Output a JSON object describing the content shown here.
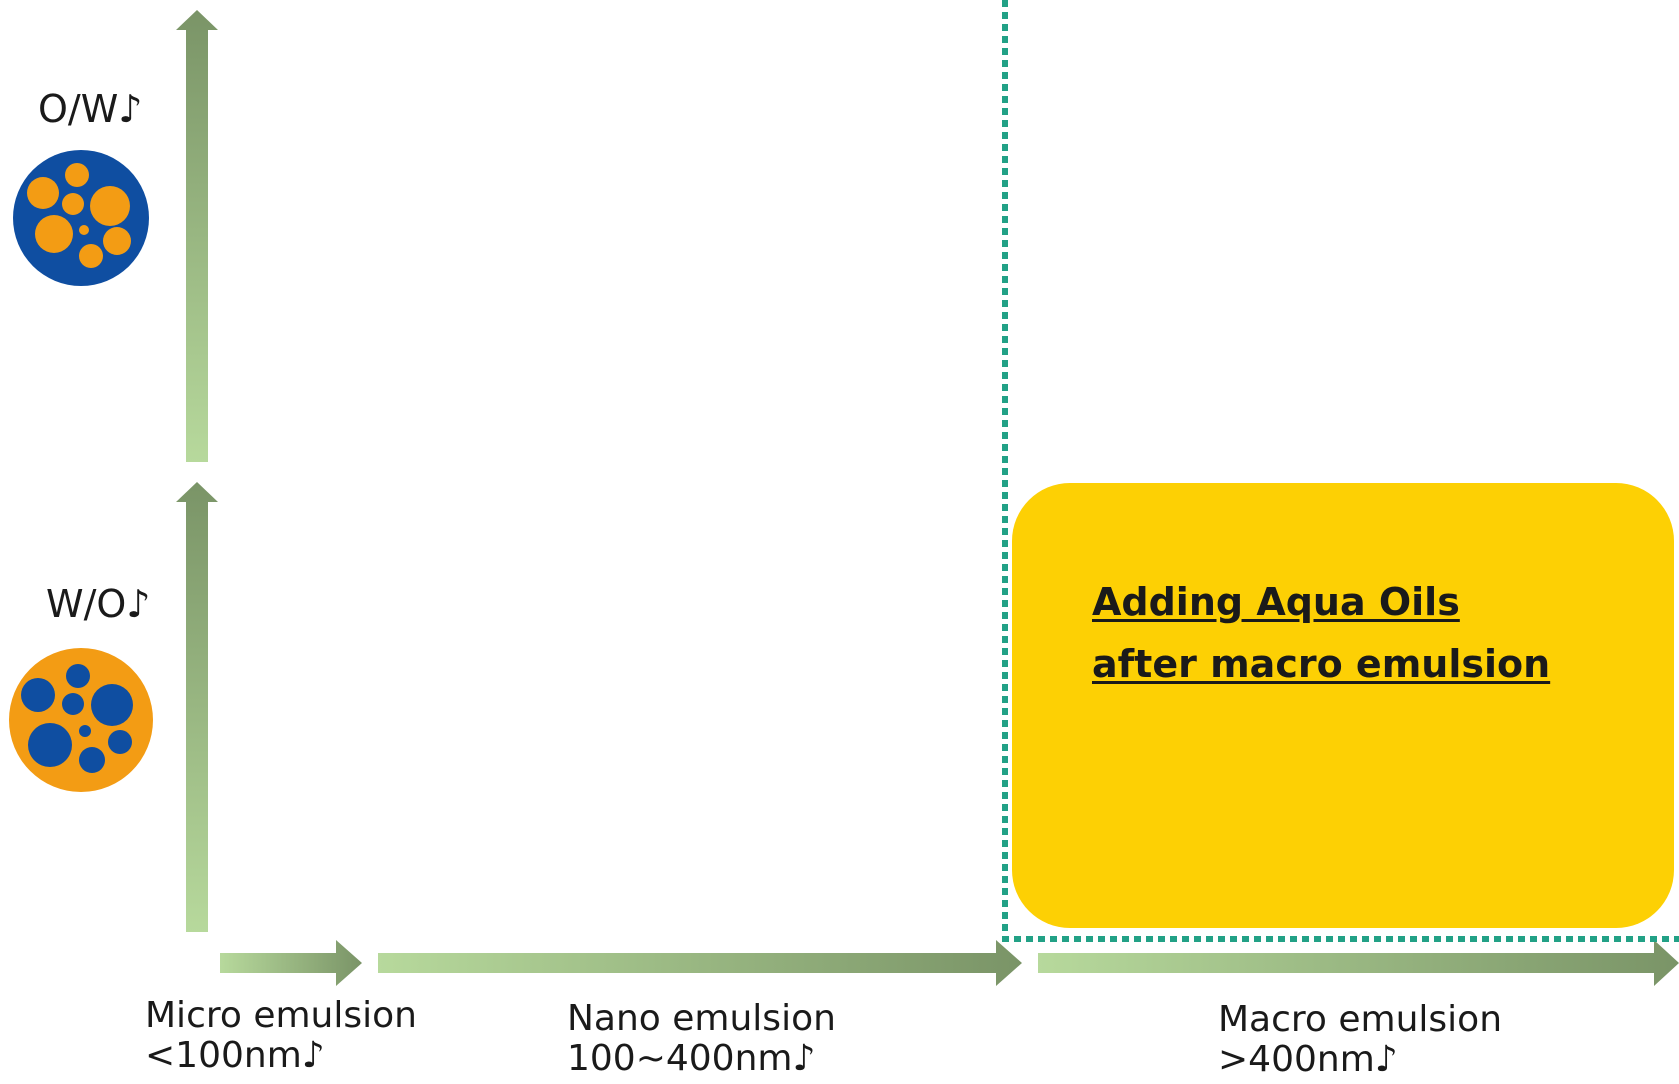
{
  "labels": {
    "ow": "O/W♪",
    "wo": "W/O♪"
  },
  "x_axis": {
    "micro": {
      "name": "Micro emulsion",
      "range": "<100nm♪"
    },
    "nano": {
      "name": "Nano emulsion",
      "range": "100~400nm♪"
    },
    "macro": {
      "name": "Macro emulsion",
      "range": ">400nm♪"
    }
  },
  "callout": {
    "line1": "Adding Aqua Oils",
    "line2": "after macro emulsion"
  },
  "colors": {
    "arrow_light": "#b7d99c",
    "arrow_dark": "#7a9467",
    "dotted_border": "#22a186",
    "callout_bg": "#fdd004",
    "emulsion_blue": "#0f4ea1",
    "emulsion_orange": "#f39c14"
  },
  "icons": {
    "ow": "oil-in-water-droplet-icon",
    "wo": "water-in-oil-droplet-icon"
  }
}
